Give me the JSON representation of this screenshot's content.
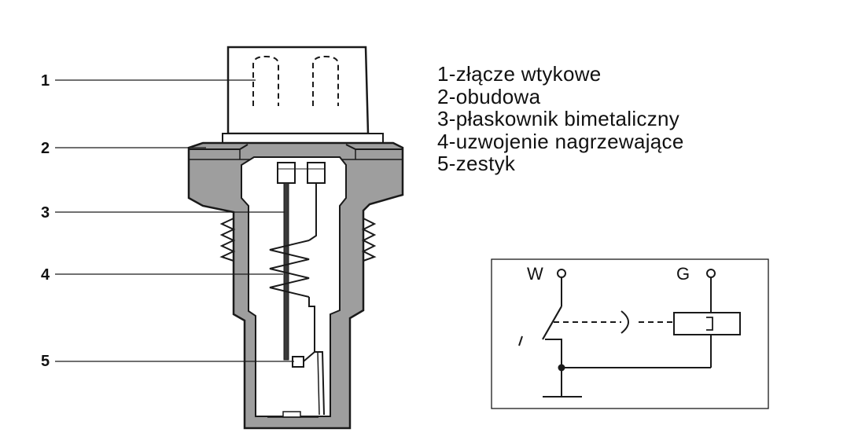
{
  "callouts": [
    "1",
    "2",
    "3",
    "4",
    "5"
  ],
  "legend": [
    "1-złącze wtykowe",
    "2-obudowa",
    "3-płaskownik bimetaliczny",
    "4-uzwojenie nagrzewające",
    "5-zestyk"
  ],
  "circuit": {
    "terminal_w": "W",
    "terminal_g": "G"
  },
  "colors": {
    "housing_gray": "#9e9e9e",
    "line": "#1a1a1a",
    "background": "#ffffff"
  }
}
